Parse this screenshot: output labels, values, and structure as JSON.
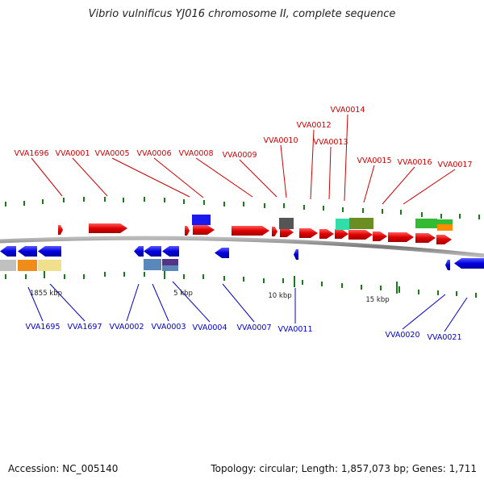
{
  "title": "Vibrio vulnificus YJ016 chromosome II, complete sequence",
  "footer": {
    "accession": "Accession: NC_005140",
    "summary": "Topology: circular; Length: 1,857,073 bp; Genes: 1,711"
  },
  "colors": {
    "forward": "#e00000",
    "reverse": "#0000e0",
    "backbone": "#8a8a8a",
    "tick": "#1a7a1a",
    "label_forward": "#cc0000",
    "label_reverse": "#0000cc"
  },
  "scale_labels": [
    "1855 kbp",
    "5 kbp",
    "10 kbp",
    "15 kbp"
  ],
  "forward_gene_labels": [
    "VVA1696",
    "VVA0001",
    "VVA0005",
    "VVA0006",
    "VVA0008",
    "VVA0009",
    "VVA0010",
    "VVA0012",
    "VVA0013",
    "VVA0014",
    "VVA0015",
    "VVA0016",
    "VVA0017"
  ],
  "reverse_gene_labels": [
    "VVA1695",
    "VVA1697",
    "VVA0002",
    "VVA0003",
    "VVA0004",
    "VVA0007",
    "VVA0011",
    "VVA0020",
    "VVA0021"
  ]
}
